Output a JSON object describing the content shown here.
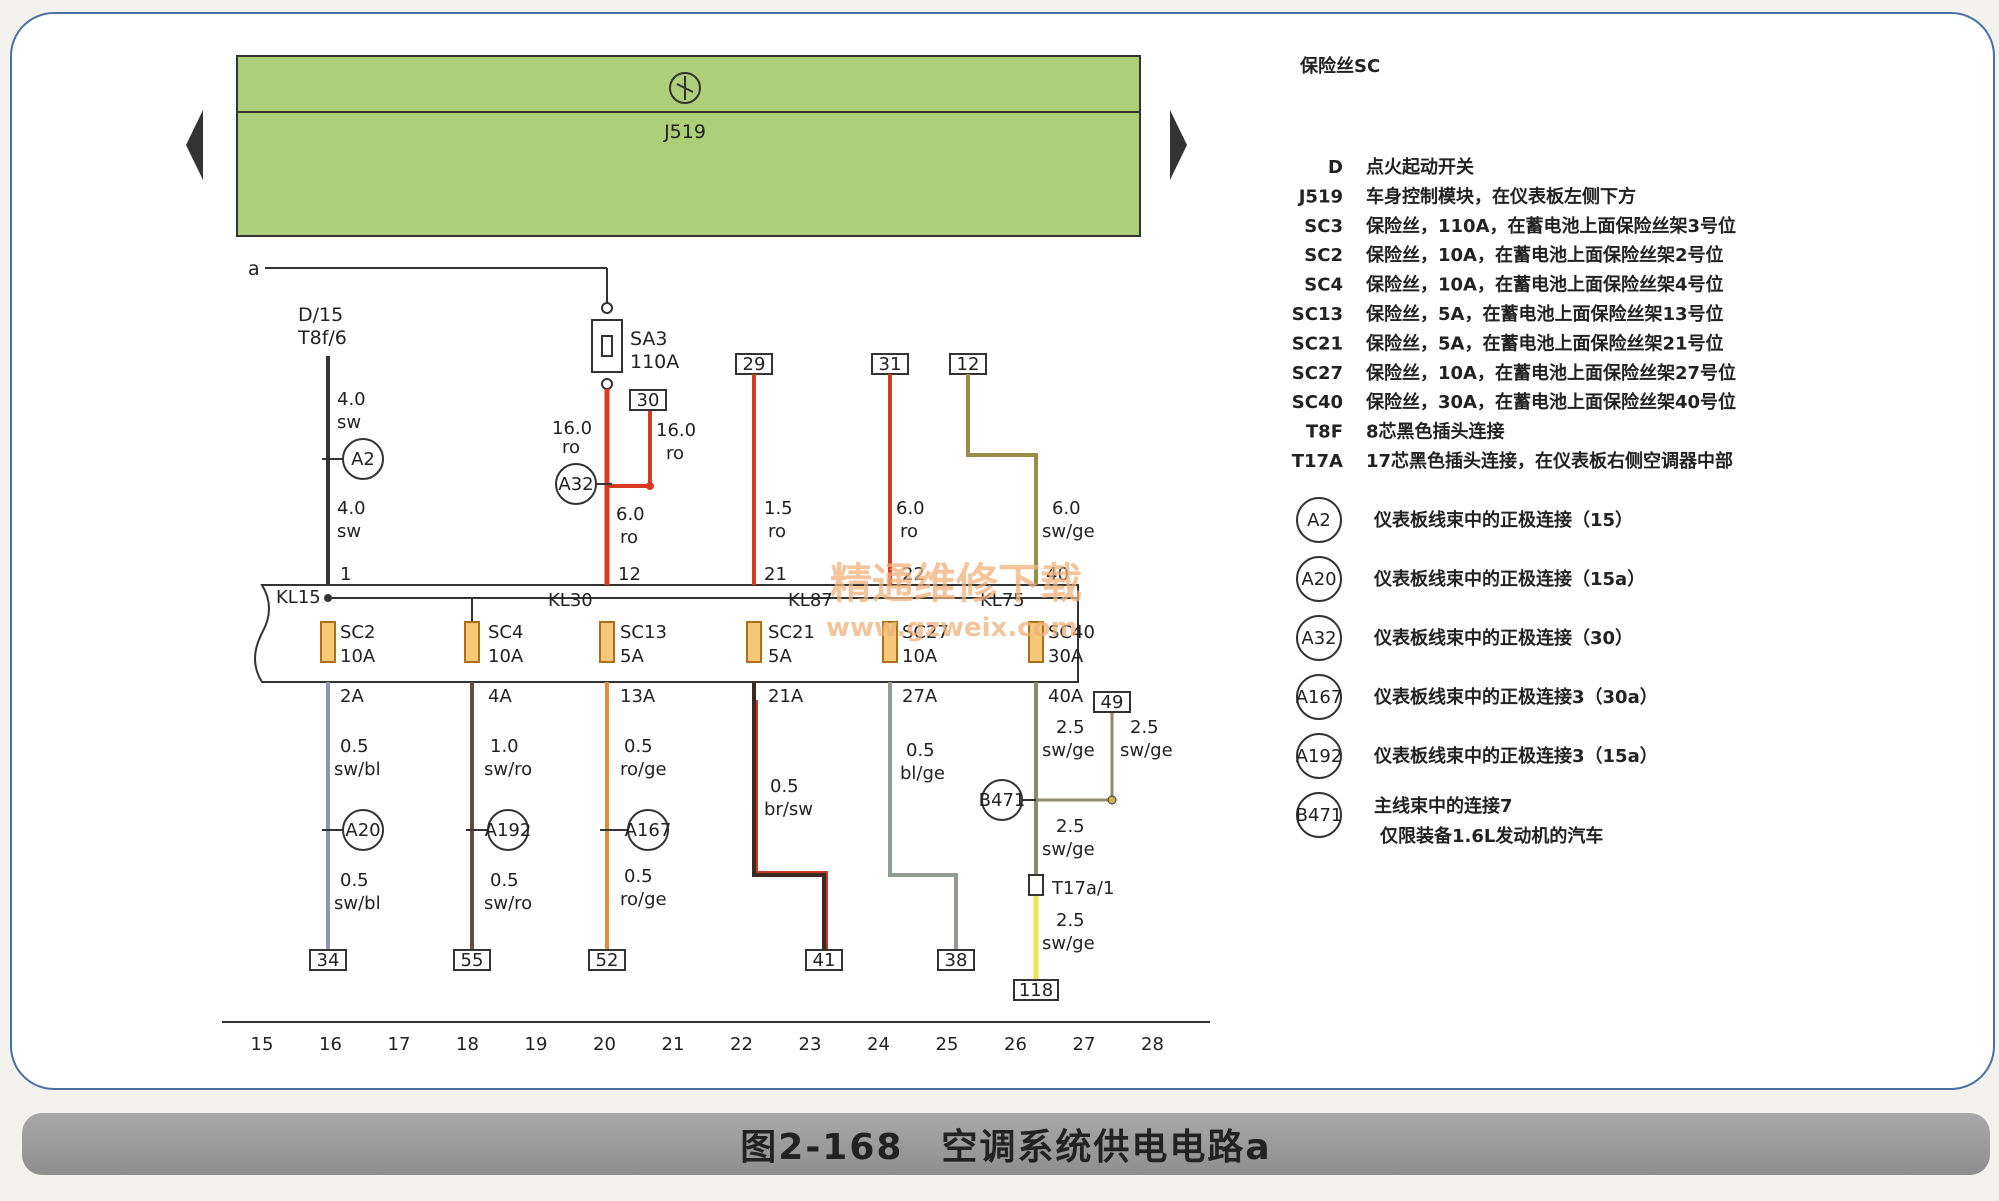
{
  "diagram": {
    "module": "J519",
    "fuse_header": "保险丝SC",
    "source_a": "a",
    "d15_label": "D/15",
    "t8f_label": "T8f/6",
    "sa3_label": "SA3",
    "sa3_rating": "110A",
    "kl15": "KL15",
    "kl30": "KL30",
    "kl87": "KL87",
    "kl75": "KL75",
    "fuses": [
      {
        "name": "SC2",
        "rating": "10A",
        "out": "2A"
      },
      {
        "name": "SC4",
        "rating": "10A",
        "out": "4A"
      },
      {
        "name": "SC13",
        "rating": "5A",
        "out": "13A"
      },
      {
        "name": "SC21",
        "rating": "5A",
        "out": "21A"
      },
      {
        "name": "SC27",
        "rating": "10A",
        "out": "27A"
      },
      {
        "name": "SC40",
        "rating": "30A",
        "out": "40A"
      }
    ],
    "pins_top": [
      "1",
      "12",
      "21",
      "22",
      "40"
    ],
    "top_boxes": [
      "30",
      "29",
      "31",
      "12"
    ],
    "bottom_boxes": [
      "34",
      "55",
      "52",
      "41",
      "38",
      "118"
    ],
    "box_49": "49",
    "connectors": [
      "A2",
      "A32",
      "A20",
      "A192",
      "A167",
      "B471"
    ],
    "t17": "T17a/1",
    "wires": {
      "w1_top": [
        "4.0",
        "sw"
      ],
      "w1_mid": [
        "4.0",
        "sw"
      ],
      "w30_a": [
        "16.0",
        "ro"
      ],
      "w30_b": [
        "16.0",
        "ro"
      ],
      "w12": [
        "6.0",
        "ro"
      ],
      "w21": [
        "1.5",
        "ro"
      ],
      "w22": [
        "6.0",
        "ro"
      ],
      "w40": [
        "6.0",
        "sw/ge"
      ],
      "o2a_1": [
        "0.5",
        "sw/bl"
      ],
      "o2a_2": [
        "0.5",
        "sw/bl"
      ],
      "o4a_1": [
        "1.0",
        "sw/ro"
      ],
      "o4a_2": [
        "0.5",
        "sw/ro"
      ],
      "o13_1": [
        "0.5",
        "ro/ge"
      ],
      "o13_2": [
        "0.5",
        "ro/ge"
      ],
      "o21": [
        "0.5",
        "br/sw"
      ],
      "o27": [
        "0.5",
        "bl/ge"
      ],
      "o40_1": [
        "2.5",
        "sw/ge"
      ],
      "o40_2": [
        "2.5",
        "sw/ge"
      ],
      "o40_3": [
        "2.5",
        "sw/ge"
      ],
      "o40_4": [
        "2.5",
        "sw/ge"
      ]
    },
    "axis": [
      "15",
      "16",
      "17",
      "18",
      "19",
      "20",
      "21",
      "22",
      "23",
      "24",
      "25",
      "26",
      "27",
      "28"
    ],
    "watermark_1": "精通维修下载",
    "watermark_2": "www.gzweix.com"
  },
  "legend": [
    {
      "code": "D",
      "text": "点火起动开关"
    },
    {
      "code": "J519",
      "text": "车身控制模块，在仪表板左侧下方"
    },
    {
      "code": "SC3",
      "text": "保险丝，110A，在蓄电池上面保险丝架3号位"
    },
    {
      "code": "SC2",
      "text": "保险丝，10A，在蓄电池上面保险丝架2号位"
    },
    {
      "code": "SC4",
      "text": "保险丝，10A，在蓄电池上面保险丝架4号位"
    },
    {
      "code": "SC13",
      "text": "保险丝，5A，在蓄电池上面保险丝架13号位"
    },
    {
      "code": "SC21",
      "text": "保险丝，5A，在蓄电池上面保险丝架21号位"
    },
    {
      "code": "SC27",
      "text": "保险丝，10A，在蓄电池上面保险丝架27号位"
    },
    {
      "code": "SC40",
      "text": "保险丝，30A，在蓄电池上面保险丝架40号位"
    },
    {
      "code": "T8F",
      "text": "8芯黑色插头连接"
    },
    {
      "code": "T17A",
      "text": "17芯黑色插头连接，在仪表板右侧空调器中部"
    }
  ],
  "legend_circles": [
    {
      "code": "A2",
      "text": "仪表板线束中的正极连接（15）"
    },
    {
      "code": "A20",
      "text": "仪表板线束中的正极连接（15a）"
    },
    {
      "code": "A32",
      "text": "仪表板线束中的正极连接（30）"
    },
    {
      "code": "A167",
      "text": "仪表板线束中的正极连接3（30a）"
    },
    {
      "code": "A192",
      "text": "仪表板线束中的正极连接3（15a）"
    },
    {
      "code": "B471",
      "text": "主线束中的连接7",
      "text2": "仅限装备1.6L发动机的汽车"
    }
  ],
  "caption": "图2-168　空调系统供电电路a",
  "colors": {
    "module_fill": "#aecf7a",
    "red": "#d83a22",
    "frame": "#4a6fa2"
  }
}
